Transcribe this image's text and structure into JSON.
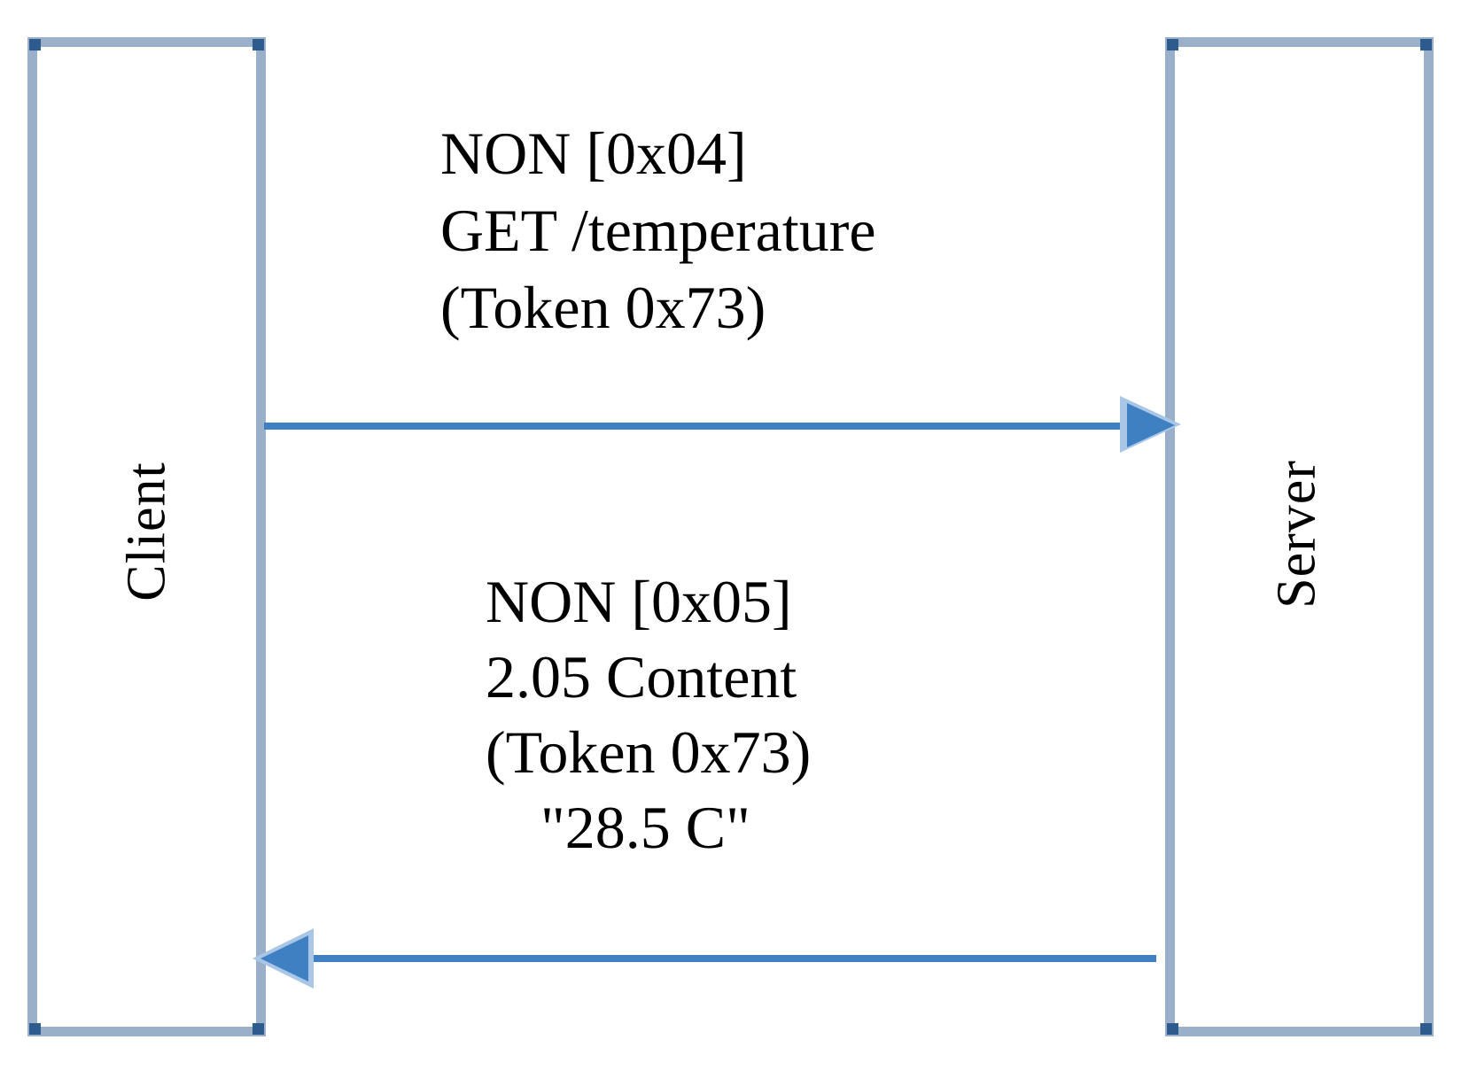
{
  "labels": {
    "client": "Client",
    "server": "Server"
  },
  "messages": {
    "request": {
      "direction": "client-to-server",
      "lines": [
        "NON [0x04]",
        "GET /temperature",
        "(Token 0x73)"
      ]
    },
    "response": {
      "direction": "server-to-client",
      "lines": [
        "NON [0x05]",
        "2.05 Content",
        "(Token 0x73)",
        "\"28.5 C\""
      ]
    }
  },
  "colors": {
    "box_border": "#9ab0ca",
    "corner": "#2e5b8d",
    "arrow": "#3f80c2",
    "arrow_halo": "#a9c6e6",
    "text": "#000000",
    "bg": "#ffffff"
  }
}
